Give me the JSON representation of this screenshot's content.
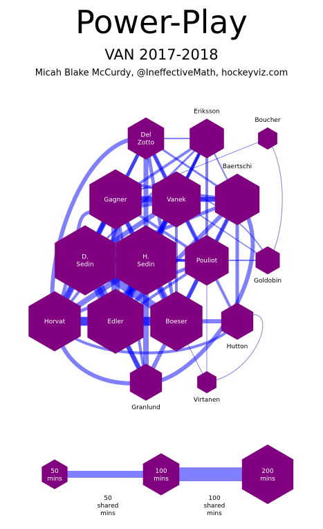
{
  "header": {
    "title": "Power-Play",
    "subtitle": "VAN 2017-2018",
    "credit": "Micah Blake McCurdy, @IneffectiveMath, hockeyviz.com"
  },
  "colors": {
    "node": "#800080",
    "edge": "#0000ff",
    "label_inside": "#ffffff",
    "label_outside": "#000000"
  },
  "players": [
    {
      "id": "delzotto",
      "label": [
        "Del",
        "Zotto"
      ],
      "label_position": "inside",
      "mins": 90
    },
    {
      "id": "eriksson",
      "label": [
        "Eriksson"
      ],
      "label_position": "above",
      "mins": 80
    },
    {
      "id": "boucher",
      "label": [
        "Boucher"
      ],
      "label_position": "above",
      "mins": 25
    },
    {
      "id": "gagner",
      "label": [
        "Gagner"
      ],
      "label_position": "inside",
      "mins": 185
    },
    {
      "id": "vanek",
      "label": [
        "Vanek"
      ],
      "label_position": "inside",
      "mins": 160
    },
    {
      "id": "baertschi",
      "label": [
        "Baertschi"
      ],
      "label_position": "above",
      "mins": 135
    },
    {
      "id": "dsedin",
      "label": [
        "D.",
        "Sedin"
      ],
      "label_position": "inside",
      "mins": 250
    },
    {
      "id": "hsedin",
      "label": [
        "H.",
        "Sedin"
      ],
      "label_position": "inside",
      "mins": 250
    },
    {
      "id": "pouliot",
      "label": [
        "Pouliot"
      ],
      "label_position": "inside",
      "mins": 130
    },
    {
      "id": "goldobin",
      "label": [
        "Goldobin"
      ],
      "label_position": "below",
      "mins": 40
    },
    {
      "id": "horvat",
      "label": [
        "Horvat"
      ],
      "label_position": "inside",
      "mins": 185
    },
    {
      "id": "edler",
      "label": [
        "Edler"
      ],
      "label_position": "inside",
      "mins": 215
    },
    {
      "id": "boeser",
      "label": [
        "Boeser"
      ],
      "label_position": "inside",
      "mins": 185
    },
    {
      "id": "hutton",
      "label": [
        "Hutton"
      ],
      "label_position": "below",
      "mins": 70
    },
    {
      "id": "granlund",
      "label": [
        "Granlund"
      ],
      "label_position": "below",
      "mins": 70
    },
    {
      "id": "virtanen",
      "label": [
        "Virtanen"
      ],
      "label_position": "below",
      "mins": 25
    }
  ],
  "shared_minutes": [
    {
      "a": "delzotto",
      "b": "eriksson",
      "mins": 10
    },
    {
      "a": "delzotto",
      "b": "gagner",
      "mins": 25
    },
    {
      "a": "delzotto",
      "b": "vanek",
      "mins": 30
    },
    {
      "a": "delzotto",
      "b": "baertschi",
      "mins": 15
    },
    {
      "a": "delzotto",
      "b": "hsedin",
      "mins": 35
    },
    {
      "a": "delzotto",
      "b": "dsedin",
      "mins": 25
    },
    {
      "a": "delzotto",
      "b": "horvat",
      "mins": 30
    },
    {
      "a": "delzotto",
      "b": "boeser",
      "mins": 25
    },
    {
      "a": "delzotto",
      "b": "pouliot",
      "mins": 20
    },
    {
      "a": "eriksson",
      "b": "gagner",
      "mins": 20
    },
    {
      "a": "eriksson",
      "b": "vanek",
      "mins": 25
    },
    {
      "a": "eriksson",
      "b": "dsedin",
      "mins": 15
    },
    {
      "a": "eriksson",
      "b": "hsedin",
      "mins": 20
    },
    {
      "a": "eriksson",
      "b": "pouliot",
      "mins": 20
    },
    {
      "a": "eriksson",
      "b": "edler",
      "mins": 20
    },
    {
      "a": "eriksson",
      "b": "baertschi",
      "mins": 10
    },
    {
      "a": "boucher",
      "b": "gagner",
      "mins": 5
    },
    {
      "a": "boucher",
      "b": "goldobin",
      "mins": 5
    },
    {
      "a": "gagner",
      "b": "vanek",
      "mins": 50
    },
    {
      "a": "gagner",
      "b": "baertschi",
      "mins": 35
    },
    {
      "a": "gagner",
      "b": "dsedin",
      "mins": 40
    },
    {
      "a": "gagner",
      "b": "hsedin",
      "mins": 35
    },
    {
      "a": "gagner",
      "b": "pouliot",
      "mins": 20
    },
    {
      "a": "gagner",
      "b": "horvat",
      "mins": 35
    },
    {
      "a": "gagner",
      "b": "edler",
      "mins": 60
    },
    {
      "a": "gagner",
      "b": "boeser",
      "mins": 25
    },
    {
      "a": "gagner",
      "b": "granlund",
      "mins": 20
    },
    {
      "a": "gagner",
      "b": "goldobin",
      "mins": 8
    },
    {
      "a": "vanek",
      "b": "baertschi",
      "mins": 30
    },
    {
      "a": "vanek",
      "b": "dsedin",
      "mins": 35
    },
    {
      "a": "vanek",
      "b": "hsedin",
      "mins": 40
    },
    {
      "a": "vanek",
      "b": "pouliot",
      "mins": 30
    },
    {
      "a": "vanek",
      "b": "horvat",
      "mins": 25
    },
    {
      "a": "vanek",
      "b": "edler",
      "mins": 40
    },
    {
      "a": "vanek",
      "b": "boeser",
      "mins": 20
    },
    {
      "a": "vanek",
      "b": "goldobin",
      "mins": 8
    },
    {
      "a": "baertschi",
      "b": "pouliot",
      "mins": 20
    },
    {
      "a": "baertschi",
      "b": "hutton",
      "mins": 25
    },
    {
      "a": "baertschi",
      "b": "horvat",
      "mins": 20
    },
    {
      "a": "baertschi",
      "b": "edler",
      "mins": 30
    },
    {
      "a": "baertschi",
      "b": "boeser",
      "mins": 30
    },
    {
      "a": "baertschi",
      "b": "granlund",
      "mins": 30
    },
    {
      "a": "baertschi",
      "b": "dsedin",
      "mins": 25
    },
    {
      "a": "dsedin",
      "b": "hsedin",
      "mins": 60
    },
    {
      "a": "dsedin",
      "b": "pouliot",
      "mins": 20
    },
    {
      "a": "dsedin",
      "b": "horvat",
      "mins": 50
    },
    {
      "a": "dsedin",
      "b": "edler",
      "mins": 80
    },
    {
      "a": "dsedin",
      "b": "boeser",
      "mins": 60
    },
    {
      "a": "dsedin",
      "b": "granlund",
      "mins": 35
    },
    {
      "a": "hsedin",
      "b": "pouliot",
      "mins": 20
    },
    {
      "a": "hsedin",
      "b": "horvat",
      "mins": 40
    },
    {
      "a": "hsedin",
      "b": "edler",
      "mins": 65
    },
    {
      "a": "hsedin",
      "b": "boeser",
      "mins": 50
    },
    {
      "a": "hsedin",
      "b": "granlund",
      "mins": 40
    },
    {
      "a": "pouliot",
      "b": "edler",
      "mins": 20
    },
    {
      "a": "pouliot",
      "b": "boeser",
      "mins": 25
    },
    {
      "a": "pouliot",
      "b": "hutton",
      "mins": 20
    },
    {
      "a": "pouliot",
      "b": "goldobin",
      "mins": 10
    },
    {
      "a": "pouliot",
      "b": "virtanen",
      "mins": 5
    },
    {
      "a": "pouliot",
      "b": "horvat",
      "mins": 25
    },
    {
      "a": "horvat",
      "b": "edler",
      "mins": 65
    },
    {
      "a": "horvat",
      "b": "boeser",
      "mins": 60
    },
    {
      "a": "horvat",
      "b": "hutton",
      "mins": 20
    },
    {
      "a": "horvat",
      "b": "granlund",
      "mins": 30
    },
    {
      "a": "edler",
      "b": "boeser",
      "mins": 65
    },
    {
      "a": "edler",
      "b": "granlund",
      "mins": 30
    },
    {
      "a": "boeser",
      "b": "hutton",
      "mins": 30
    },
    {
      "a": "boeser",
      "b": "granlund",
      "mins": 30
    },
    {
      "a": "boeser",
      "b": "virtanen",
      "mins": 5
    },
    {
      "a": "hutton",
      "b": "virtanen",
      "mins": 5
    }
  ],
  "legend": {
    "nodes": [
      {
        "label": [
          "50",
          "mins"
        ],
        "mins": 50
      },
      {
        "label": [
          "100",
          "mins"
        ],
        "mins": 100
      },
      {
        "label": [
          "200",
          "mins"
        ],
        "mins": 200
      }
    ],
    "edges": [
      {
        "label": [
          "50",
          "shared",
          "mins"
        ],
        "mins": 50
      },
      {
        "label": [
          "100",
          "shared",
          "mins"
        ],
        "mins": 100
      }
    ]
  }
}
